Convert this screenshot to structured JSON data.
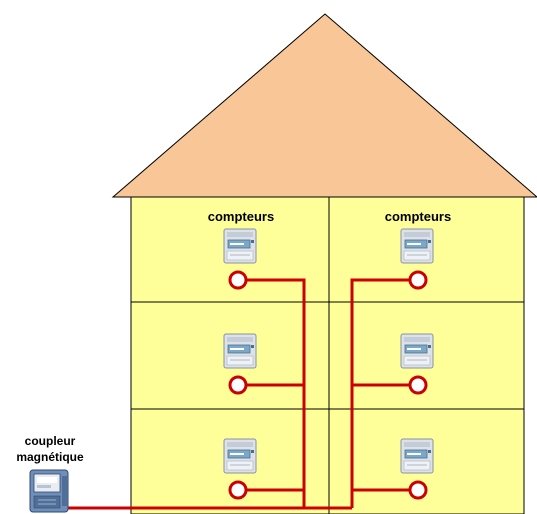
{
  "labels": {
    "meters_left": "compteurs",
    "meters_right": "compteurs",
    "coupler_line1": "coupleur",
    "coupler_line2": "magnétique"
  },
  "colors": {
    "roof": "#f9c797",
    "wall": "#ffff99",
    "wall_stroke": "#000000",
    "wire": "#cc0000",
    "ring": "#cc0000",
    "meter_body": "#dde2ea",
    "meter_display": "#7aa8c9"
  },
  "icons": {
    "meter": "electric-meter-icon",
    "coupler": "magnetic-coupler-icon"
  }
}
